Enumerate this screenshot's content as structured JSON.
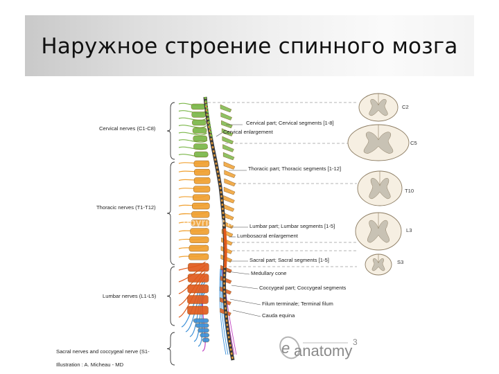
{
  "title": "Наружное строение спинного мозга",
  "nerve_groups": [
    "Cervical nerves (C1-C8)",
    "Thoracic nerves (T1-T12)",
    "Lumbar nerves (L1-L5)",
    "Sacral nerves and coccygeal nerve (S1-"
  ],
  "parts": [
    "Cervical part; Cervical segments [1-8]",
    "Cervical enlargement",
    "Thoracic part; Thoracic segments [1-12]",
    "Lumbar part; Lumbar segments [1-5]",
    "Lumbosacral enlargement",
    "Sacral part; Sacral segments [1-5]",
    "Medullary cone",
    "Coccygeal part; Coccygeal segments",
    "Filum terminale; Terminal filum",
    "Cauda equina"
  ],
  "cross_sections": [
    "C2",
    "C5",
    "T10",
    "L3",
    "S3"
  ],
  "watermark": "Copyright MAIOS",
  "illustration_credit": "Illustration : A. Micheau - MD",
  "logo_text": "anatomy",
  "logo_letter": "e",
  "page_number": "3",
  "colors": {
    "cervical": "#7ab648",
    "thoracic": "#f0a030",
    "lumbar": "#e05a1c",
    "sacral": "#3a8fd8",
    "coccygeal": "#c040c0",
    "cord": "#3a3a3a"
  }
}
